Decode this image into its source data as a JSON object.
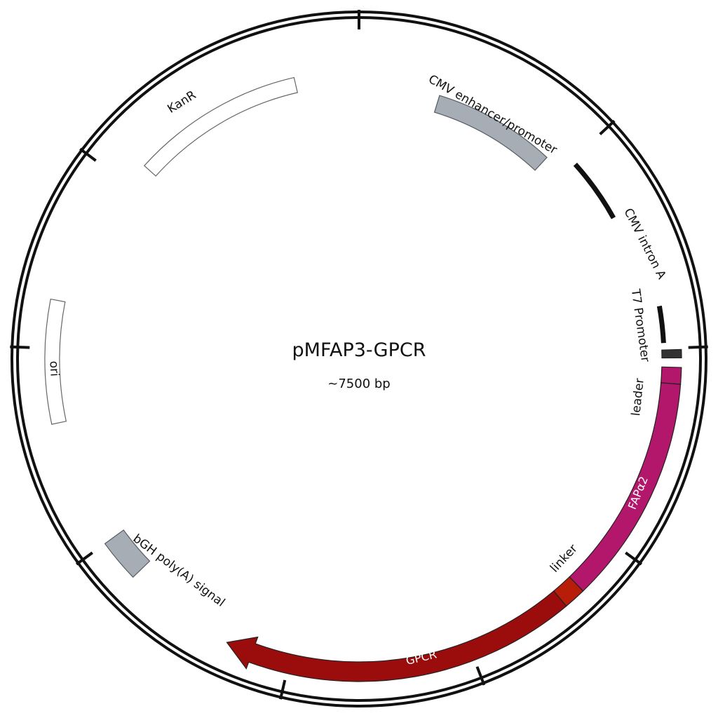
{
  "plasmid": {
    "name": "pMFAP3-GPCR",
    "size": "~7500 bp"
  },
  "features": [
    {
      "id": "cmv-enhancer-promoter",
      "label": "CMV enhancer/promoter",
      "color": "#a7adb5",
      "outline": "#555b63"
    },
    {
      "id": "cmv-intron-a",
      "label": "CMV intron A",
      "color": "#111111"
    },
    {
      "id": "t7-promoter",
      "label": "T7 Promoter",
      "color": "#333333"
    },
    {
      "id": "leader",
      "label": "leader",
      "color": "#b3176b"
    },
    {
      "id": "fapa2",
      "label": "FAPα2",
      "color": "#b3176b"
    },
    {
      "id": "linker",
      "label": "linker",
      "color": "#b71d08"
    },
    {
      "id": "gpcr",
      "label": "GPCR",
      "color": "#9b0c0c"
    },
    {
      "id": "bgh-polya-signal",
      "label": "bGH poly(A) signal",
      "color": "#a7adb5",
      "outline": "#555b63"
    },
    {
      "id": "ori",
      "label": "ori",
      "color": "#ffffff",
      "outline": "#666666"
    },
    {
      "id": "kanr",
      "label": "KanR",
      "color": "#ffffff",
      "outline": "#666666"
    }
  ]
}
